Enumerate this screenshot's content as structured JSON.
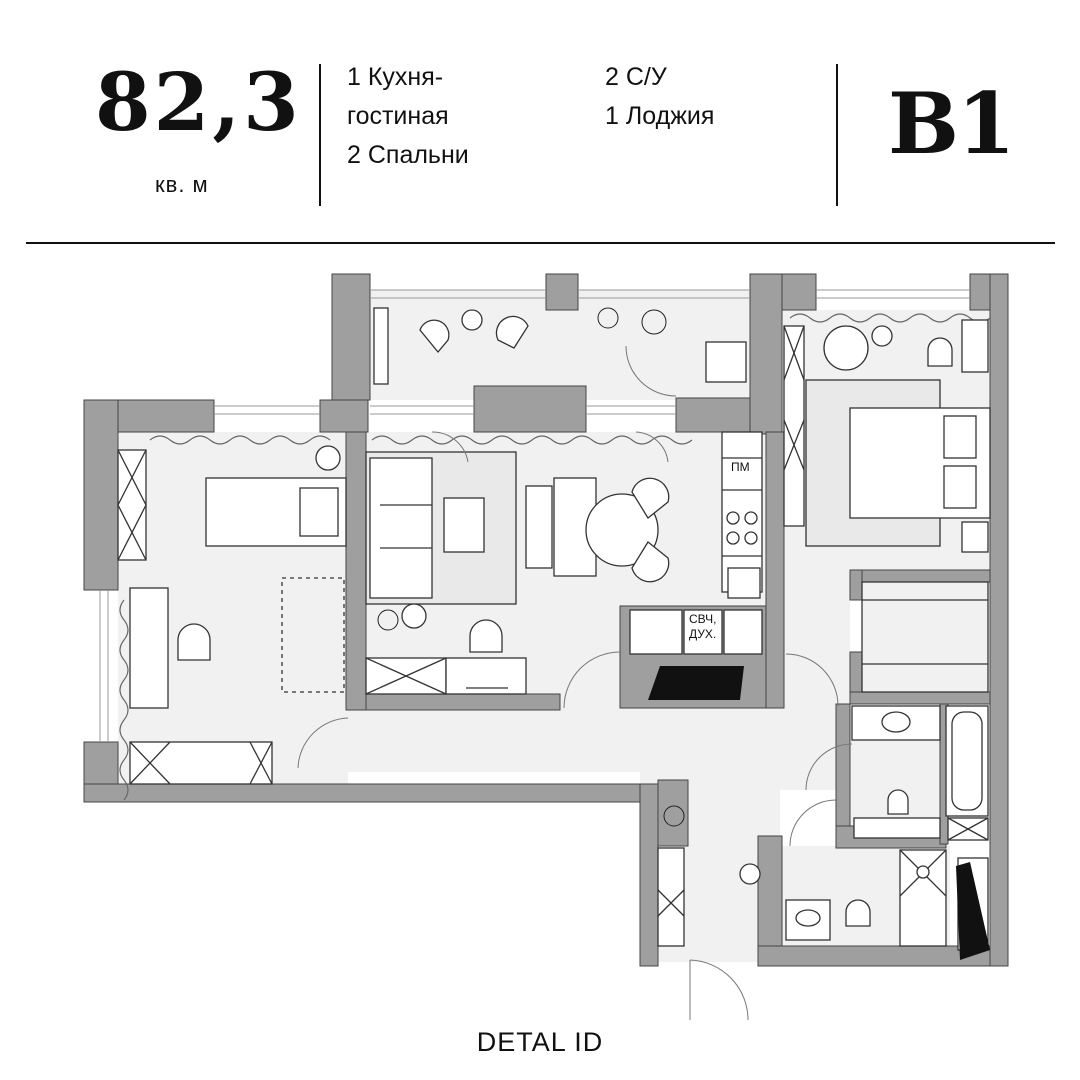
{
  "header": {
    "area_value": "82,3",
    "area_unit": "кв. м",
    "rooms_col1": [
      "1 Кухня-",
      "гостиная",
      "2 Спальни"
    ],
    "rooms_col2": [
      "2 С/У",
      "1 Лоджия"
    ],
    "apartment_code": "B1"
  },
  "plan_labels": {
    "fridge": "ПМ",
    "microwave_line1": "СВЧ,",
    "microwave_line2": "ДУХ."
  },
  "footer": {
    "brand": "DETAL ID"
  },
  "colors": {
    "wall": "#9f9f9f",
    "floor": "#f1f1f1",
    "line": "#111111"
  }
}
